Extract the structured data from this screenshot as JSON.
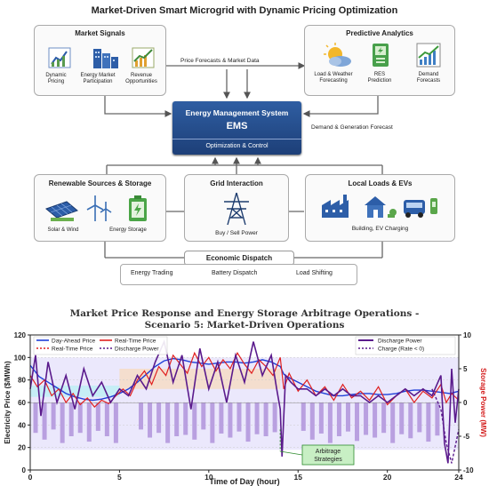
{
  "diagram": {
    "title": "Market-Driven Smart Microgrid with Dynamic Pricing Optimization",
    "market_signals": {
      "title": "Market Signals",
      "items": [
        "Dynamic Pricing",
        "Energy Market Participation",
        "Revenue Opportunities"
      ]
    },
    "predictive": {
      "title": "Predictive Analytics",
      "items": [
        "Load & Weather Forecasting",
        "RES Prediction",
        "Demand Forecasts"
      ]
    },
    "ems": {
      "line1": "Energy Management System",
      "line2": "EMS",
      "line3": "Optimization & Control"
    },
    "flows": {
      "price": "Price Forecasts & Market Data",
      "demand": "Demand & Generation Forecast"
    },
    "renewables": {
      "title": "Renewable Sources & Storage",
      "items": [
        "Solar & Wind",
        "Energy Storage"
      ]
    },
    "grid": {
      "title": "Grid Interaction",
      "items": [
        "Buy / Sell Power"
      ]
    },
    "loads": {
      "title": "Local Loads & EVs",
      "items": [
        "Building, EV Charging"
      ]
    },
    "dispatch": {
      "title": "Economic Dispatch",
      "steps": [
        "Energy Trading",
        "Battery Dispatch",
        "Load Shifting"
      ]
    }
  },
  "colors": {
    "ems_blue": "#1f4484",
    "day_ahead": "#1f3fd8",
    "real_time": "#e02020",
    "discharge": "#5a1a8c",
    "charge_bar": "#b9a0e0",
    "band_cyan": "#bfeef4",
    "band_orange": "#f6dcc6",
    "band_lavender": "#e8e4fb",
    "annotation_green": "#2e8b2e"
  },
  "chart_data": {
    "type": "line",
    "title": "Market Price Response and Energy Storage Arbitrage Operations - Scenario 5: Market-Driven Operations",
    "title_lines": [
      "Market Price Response and Energy Storage Arbitrage Operations -",
      "Scenario 5: Market-Driven Operations"
    ],
    "xlabel": "Time of Day (hour)",
    "ylabel_left": "Electricity Price ($/MWh)",
    "ylabel_right": "Storage Power (MW)",
    "xlim": [
      0,
      24
    ],
    "ylim_left": [
      0,
      120
    ],
    "ylim_right": [
      -10,
      10
    ],
    "x_ticks": [
      "0",
      "5",
      "10",
      "15",
      "20",
      "24"
    ],
    "y_left_ticks": [
      "0",
      "20",
      "40",
      "60",
      "80",
      "100",
      "120"
    ],
    "y_right_ticks": [
      "-10",
      "-5",
      "0",
      "5",
      "10"
    ],
    "legend_left": [
      "Day-Ahead Price",
      "Real-Time Price",
      "Real-Time Price",
      "Discharge Power"
    ],
    "legend_right": [
      "Discharge Power",
      "Charge (Rate < 0)"
    ],
    "annotation": "Arbitrage Strategies",
    "annotation_x": 14,
    "bands": [
      {
        "from": 0,
        "to": 5,
        "y0": 65,
        "y1": 75,
        "color": "cyan"
      },
      {
        "from": 5,
        "to": 14,
        "y0": 72,
        "y1": 90,
        "color": "orange"
      },
      {
        "from": 0,
        "to": 24,
        "y0": 18,
        "y1": 100,
        "color": "lavender"
      }
    ],
    "series": [
      {
        "name": "Day-Ahead Price",
        "axis": "left",
        "x": [
          0,
          0.5,
          1,
          1.5,
          2,
          2.5,
          3,
          3.5,
          4,
          4.5,
          5,
          5.5,
          6,
          6.5,
          7,
          7.5,
          8,
          8.5,
          9,
          9.5,
          10,
          10.5,
          11,
          11.5,
          12,
          12.5,
          13,
          13.5,
          14,
          14.2,
          14.5,
          15,
          15.5,
          16,
          16.5,
          17,
          17.5,
          18,
          18.5,
          19,
          19.5,
          20,
          20.5,
          21,
          21.5,
          22,
          22.5,
          23,
          23.5,
          24
        ],
        "y": [
          93,
          83,
          78,
          73,
          68,
          65,
          63,
          62,
          63,
          65,
          68,
          72,
          78,
          85,
          92,
          97,
          99,
          98,
          96,
          95,
          94,
          95,
          96,
          96,
          95,
          96,
          98,
          96,
          92,
          85,
          82,
          78,
          74,
          70,
          68,
          66,
          66,
          67,
          68,
          68,
          67,
          67,
          68,
          70,
          71,
          71,
          70,
          69,
          68,
          70
        ]
      },
      {
        "name": "Real-Time Price",
        "axis": "left",
        "x": [
          0,
          0.4,
          0.8,
          1.2,
          1.6,
          2,
          2.4,
          2.8,
          3.2,
          3.6,
          4,
          4.4,
          4.8,
          5.2,
          5.6,
          6,
          6.4,
          6.8,
          7.2,
          7.6,
          8,
          8.4,
          8.8,
          9.2,
          9.6,
          10,
          10.4,
          10.8,
          11.2,
          11.6,
          12,
          12.4,
          12.8,
          13.2,
          13.6,
          14,
          14.2,
          14.5,
          15,
          15.5,
          16,
          16.5,
          17,
          17.5,
          18,
          18.5,
          19,
          19.5,
          20,
          20.5,
          21,
          21.5,
          22,
          22.5,
          23,
          23.3,
          23.6,
          24
        ],
        "y": [
          84,
          74,
          80,
          66,
          72,
          60,
          68,
          58,
          64,
          56,
          62,
          59,
          66,
          72,
          66,
          80,
          88,
          76,
          92,
          84,
          102,
          94,
          86,
          104,
          92,
          100,
          88,
          98,
          90,
          104,
          94,
          86,
          98,
          92,
          84,
          100,
          72,
          86,
          70,
          80,
          66,
          74,
          62,
          76,
          64,
          70,
          62,
          74,
          58,
          66,
          72,
          60,
          70,
          64,
          76,
          60,
          68,
          62
        ]
      },
      {
        "name": "Discharge Power",
        "axis": "right",
        "x": [
          0,
          0.3,
          0.6,
          1,
          1.5,
          2,
          2.5,
          3,
          3.5,
          4,
          4.5,
          5,
          5.5,
          6,
          6.5,
          7,
          7.5,
          8,
          8.5,
          9,
          9.5,
          10,
          10.5,
          11,
          11.5,
          12,
          12.5,
          13,
          13.5,
          13.8,
          14,
          14.1,
          14.3,
          14.6,
          15,
          15.5,
          16,
          16.5,
          17,
          17.5,
          18,
          18.5,
          19,
          19.5,
          20,
          20.5,
          21,
          21.5,
          22,
          22.5,
          23,
          23.2,
          23.4,
          23.6,
          23.8,
          24
        ],
        "y": [
          2,
          7,
          -2,
          6,
          0,
          4,
          -1,
          5,
          1,
          3,
          0,
          2,
          1,
          4,
          2,
          6,
          9,
          3,
          7,
          -1,
          8,
          2,
          6,
          0,
          7,
          3,
          9,
          4,
          7,
          2,
          -1,
          -8,
          4,
          3,
          2,
          2,
          1,
          2,
          1,
          2,
          1,
          1,
          0,
          1,
          0,
          1,
          2,
          1,
          2,
          1,
          4,
          -6,
          -9,
          5,
          -3,
          2
        ]
      },
      {
        "name": "Charge (Rate < 0)",
        "axis": "right",
        "x": [
          22.5,
          23,
          23.3,
          23.6,
          24
        ],
        "y": [
          2,
          -1,
          -6,
          -9,
          -4
        ]
      },
      {
        "name": "Charge bars",
        "axis": "right",
        "x": [
          0.3,
          0.8,
          1.3,
          1.8,
          2.3,
          2.8,
          3.3,
          3.8,
          4.3,
          4.8,
          6.2,
          6.7,
          7.2,
          7.7,
          8.2,
          8.7,
          9.2,
          9.7,
          10.2,
          10.7,
          11.2,
          11.7,
          12.2,
          12.7,
          13.2,
          13.7,
          15.3,
          15.8,
          16.3,
          16.8,
          17.3,
          17.8,
          18.3,
          18.8,
          19.3,
          19.8,
          20.3,
          20.8,
          21.3,
          21.8,
          22.3,
          22.8
        ],
        "y": [
          -4.5,
          -5.5,
          -4,
          -6,
          -5,
          -4.5,
          -5.8,
          -4.2,
          -5,
          -6,
          -4,
          -5.2,
          -4.5,
          -6,
          -5,
          -4.8,
          -5.5,
          -4,
          -6,
          -4.6,
          -5.2,
          -4.3,
          -5.8,
          -4.7,
          -5,
          -4.4,
          -4.2,
          -5.5,
          -4.6,
          -6,
          -5,
          -4.3,
          -5.7,
          -4.8,
          -5.2,
          -4.5,
          -6,
          -4.7,
          -5.3,
          -4.4,
          -5.8,
          -4.9
        ]
      }
    ]
  }
}
